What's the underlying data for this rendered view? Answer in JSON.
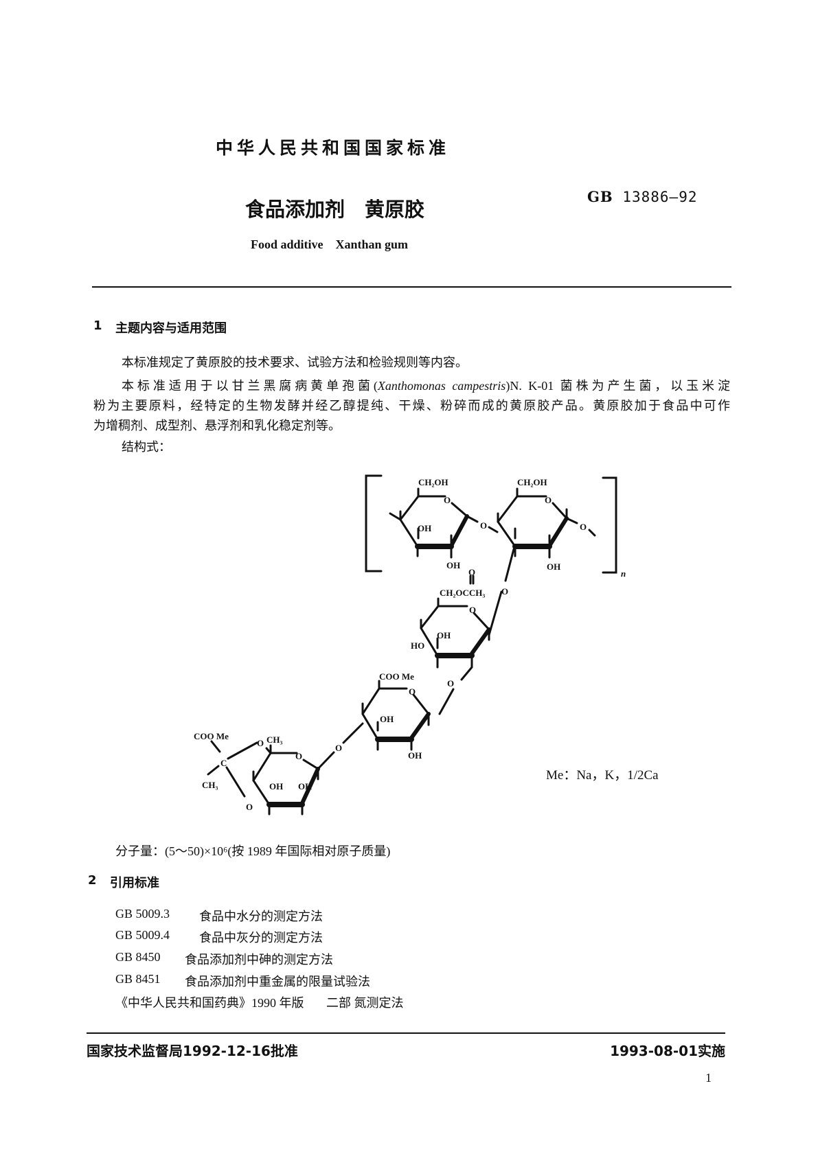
{
  "header": {
    "standard_type": "中华人民共和国国家标准",
    "title_cn": "食品添加剂　黄原胶",
    "gb_prefix": "GB",
    "gb_number": "13886—92",
    "title_en": "Food additive　Xanthan gum"
  },
  "section1": {
    "number": "1",
    "heading": "主题内容与适用范围",
    "para1": "本标准规定了黄原胶的技术要求、试验方法和检验规则等内容。",
    "para2_lines": [
      "本标准适用于以甘兰黑腐病黄单孢菌(",
      "Xanthomonas campestris",
      ")N. K-01 菌株为产生菌，以玉米淀",
      "粉为主要原料，经特定的生物发酵并经乙醇提纯、干燥、粉碎而成的黄原胶产品。黄原胶加于食品中可作",
      "为增稠剂、成型剂、悬浮剂和乳化稳定剂等。"
    ],
    "structure_label": "结构式：",
    "structure": {
      "ch2oh_1": "CH₂OH",
      "ch2oh_2": "CH₂OH",
      "oh_1": "OH",
      "oh_2": "OH",
      "oh_3": "OH",
      "o_ring": "O",
      "o_link": "O",
      "repeat_n": "n",
      "carbonyl_o": "O",
      "acetyl": "CH₂OCCH₃",
      "oh_4": "OH",
      "ho_1": "HO",
      "coo_me_1": "COO Me",
      "oh_5": "OH",
      "oh_6": "OH",
      "coo_me_2": "COO Me",
      "ch3_1": "CH₃",
      "ch3_2": "CH₃",
      "c_center": "C",
      "oh_7": "OH",
      "oh_8": "OH",
      "counterion_note": "Me：Na，K，1/2Ca"
    },
    "molecular_weight": "分子量：(5～50)×10⁶(按 1989 年国际相对原子质量)"
  },
  "section2": {
    "number": "2",
    "heading": "引用标准",
    "references": [
      {
        "code": "GB 5009.3",
        "title": "食品中水分的测定方法"
      },
      {
        "code": "GB 5009.4",
        "title": "食品中灰分的测定方法"
      },
      {
        "code": "GB 8450",
        "title": "食品添加剂中砷的测定方法"
      },
      {
        "code": "GB 8451",
        "title": "食品添加剂中重金属的限量试验法"
      },
      {
        "code": "《中华人民共和国药典》1990 年版",
        "title": "二部 氮测定法"
      }
    ]
  },
  "footer": {
    "approval": "国家技术监督局1992-12-16批准",
    "effective": "1993-08-01实施",
    "page_number": "1"
  }
}
